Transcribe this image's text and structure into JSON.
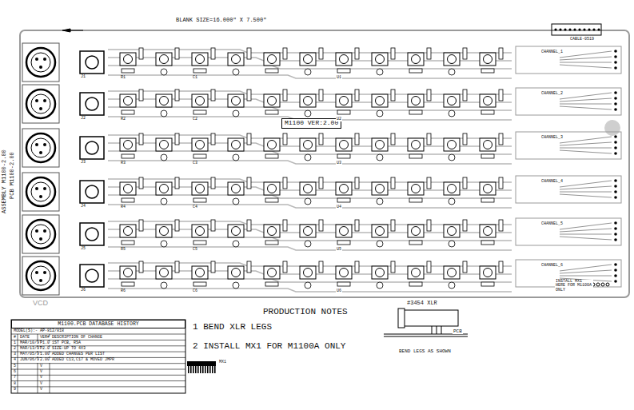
{
  "diagram": {
    "nodes": [
      {
        "text": [
          "M1100 VER:2.00"
        ]
      },
      {
        "text": [
          "M1100.PCB DATABASE HISTORY"
        ]
      }
    ],
    "labels": [
      "BLANK SIZE=16.000\" X 7.500\"",
      "ASSEMBLY M1100-2.00",
      "PCB M1100-2.00",
      "PRODUCTION NOTES",
      "1 BEND XLR LEGS",
      "2 INSTALL MX1 FOR M1100A ONLY",
      "#3454 XLR",
      "PCB",
      "BEND LEGS AS SHOWN",
      "CHANNEL_1",
      "CHANNEL_2",
      "CHANNEL_3",
      "CHANNEL_4",
      "CHANNEL_5",
      "CHANNEL_6",
      "INSTALL MX1 HERE FOR M1100A ONLY",
      "CABLE-0519",
      "VCD",
      "MODEL(S):- AP-812/818",
      "#",
      "DATE",
      "VER#",
      "DESCRIPTION OF CHANGE",
      "1",
      "MAR/10/97",
      "P1.0",
      "1ST PCB, RSA",
      "2",
      "MAR/13/97",
      "P2.0",
      "SIZE-UP TO 4X3",
      "3",
      "MAY/05/97",
      "1.00",
      "ADDED CHANGES PER LIST",
      "4",
      "JUN/06/97",
      "2.00",
      "ADDED C13,C17 & MOVED JMPR",
      "5",
      "V",
      "6",
      "V",
      "7",
      "V",
      "8",
      "V",
      "9",
      "V",
      "J1",
      "R1",
      "C1",
      "U1",
      "J2",
      "R2",
      "C2",
      "U2",
      "J3",
      "R3",
      "C3",
      "U3",
      "J4",
      "R4",
      "C4",
      "U4",
      "J5",
      "R5",
      "C5",
      "U5",
      "J6",
      "R6",
      "C6",
      "U6",
      "MX1"
    ]
  }
}
